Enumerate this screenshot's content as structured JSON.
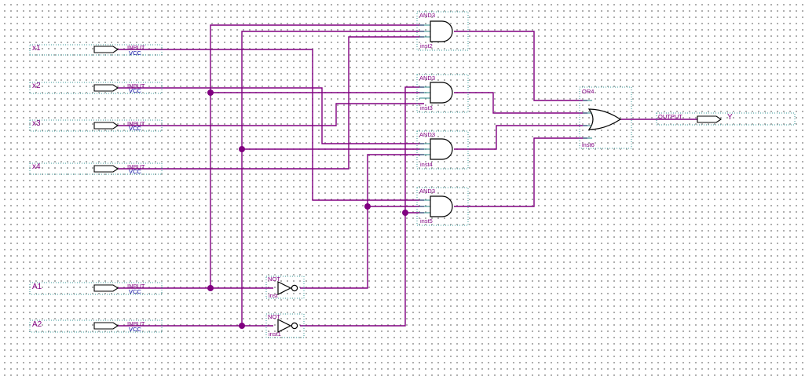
{
  "inputs": [
    {
      "name": "x1",
      "type": "INPUT",
      "default": "VCC"
    },
    {
      "name": "x2",
      "type": "INPUT",
      "default": "VCC"
    },
    {
      "name": "x3",
      "type": "INPUT",
      "default": "VCC"
    },
    {
      "name": "x4",
      "type": "INPUT",
      "default": "VCC"
    },
    {
      "name": "A1",
      "type": "INPUT",
      "default": "VCC"
    },
    {
      "name": "A2",
      "type": "INPUT",
      "default": "VCC"
    }
  ],
  "and_gates": [
    {
      "type": "AND3",
      "instance": "inst2"
    },
    {
      "type": "AND3",
      "instance": "inst3"
    },
    {
      "type": "AND3",
      "instance": "inst4"
    },
    {
      "type": "AND3",
      "instance": "inst5"
    }
  ],
  "not_gates": [
    {
      "type": "NOT",
      "instance": "inst"
    },
    {
      "type": "NOT",
      "instance": "inst1"
    }
  ],
  "or_gate": {
    "type": "OR4",
    "instance": "inst6"
  },
  "output": {
    "name": "Y",
    "type": "OUTPUT"
  },
  "colors": {
    "wire": "#800080",
    "symbol_border": "#3a9a9a",
    "text_blue": "#0000a0"
  }
}
